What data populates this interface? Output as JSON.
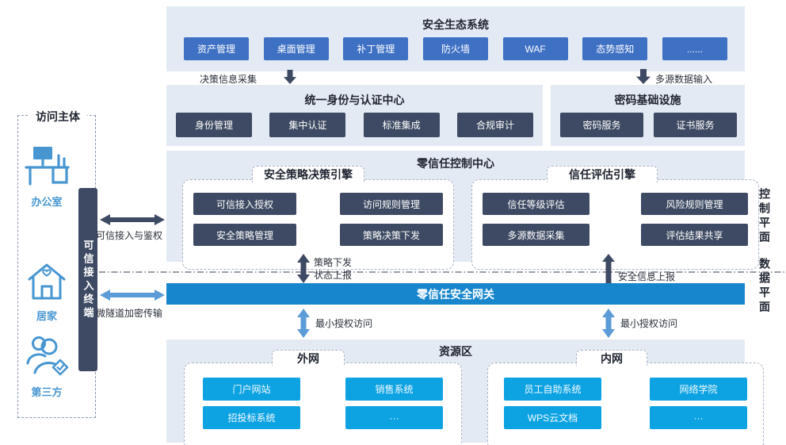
{
  "colors": {
    "panel": "#e3eaf4",
    "button_blue": "#3e70c4",
    "button_dark": "#3e4a63",
    "button_cyan": "#0da3e3",
    "gateway_blue": "#1786cd",
    "icon_blue": "#4796d2"
  },
  "access": {
    "title": "访问主体",
    "items": [
      {
        "icon": "desk-icon",
        "label": "办公室"
      },
      {
        "icon": "home-icon",
        "label": "居家"
      },
      {
        "icon": "people-icon",
        "label": "第三方"
      }
    ],
    "terminal": "可信接入终端",
    "link_auth": "可信接入与鉴权",
    "link_tunnel": "微隧道加密传输"
  },
  "eco": {
    "title": "安全生态系统",
    "buttons": [
      "资产管理",
      "桌面管理",
      "补丁管理",
      "防火墙",
      "WAF",
      "态势感知",
      "......"
    ]
  },
  "flows": {
    "decision": "决策信息采集",
    "multisource": "多源数据输入",
    "policy_down": "策略下发",
    "status_up": "状态上报",
    "security_report": "安全信息上报",
    "min_auth_left": "最小授权访问",
    "min_auth_right": "最小授权访问"
  },
  "identity": {
    "title": "统一身份与认证中心",
    "buttons": [
      "身份管理",
      "集中认证",
      "标准集成",
      "合规审计"
    ]
  },
  "crypto": {
    "title": "密码基础设施",
    "buttons": [
      "密码服务",
      "证书服务"
    ]
  },
  "control": {
    "title": "零信任控制中心",
    "engines": [
      {
        "title": "安全策略决策引擎",
        "buttons": [
          "可信接入授权",
          "访问规则管理",
          "安全策略管理",
          "策略决策下发"
        ]
      },
      {
        "title": "信任评估引擎",
        "buttons": [
          "信任等级评估",
          "风险规则管理",
          "多源数据采集",
          "评估结果共享"
        ]
      }
    ]
  },
  "gateway": {
    "title": "零信任安全网关"
  },
  "resource": {
    "title": "资源区",
    "zones": [
      {
        "title": "外网",
        "buttons": [
          "门户网站",
          "销售系统",
          "招投标系统",
          "···"
        ]
      },
      {
        "title": "内网",
        "buttons": [
          "员工自助系统",
          "网络学院",
          "WPS云文档",
          "···"
        ]
      }
    ]
  },
  "planes": {
    "control": "控制平面",
    "data": "数据平面"
  }
}
